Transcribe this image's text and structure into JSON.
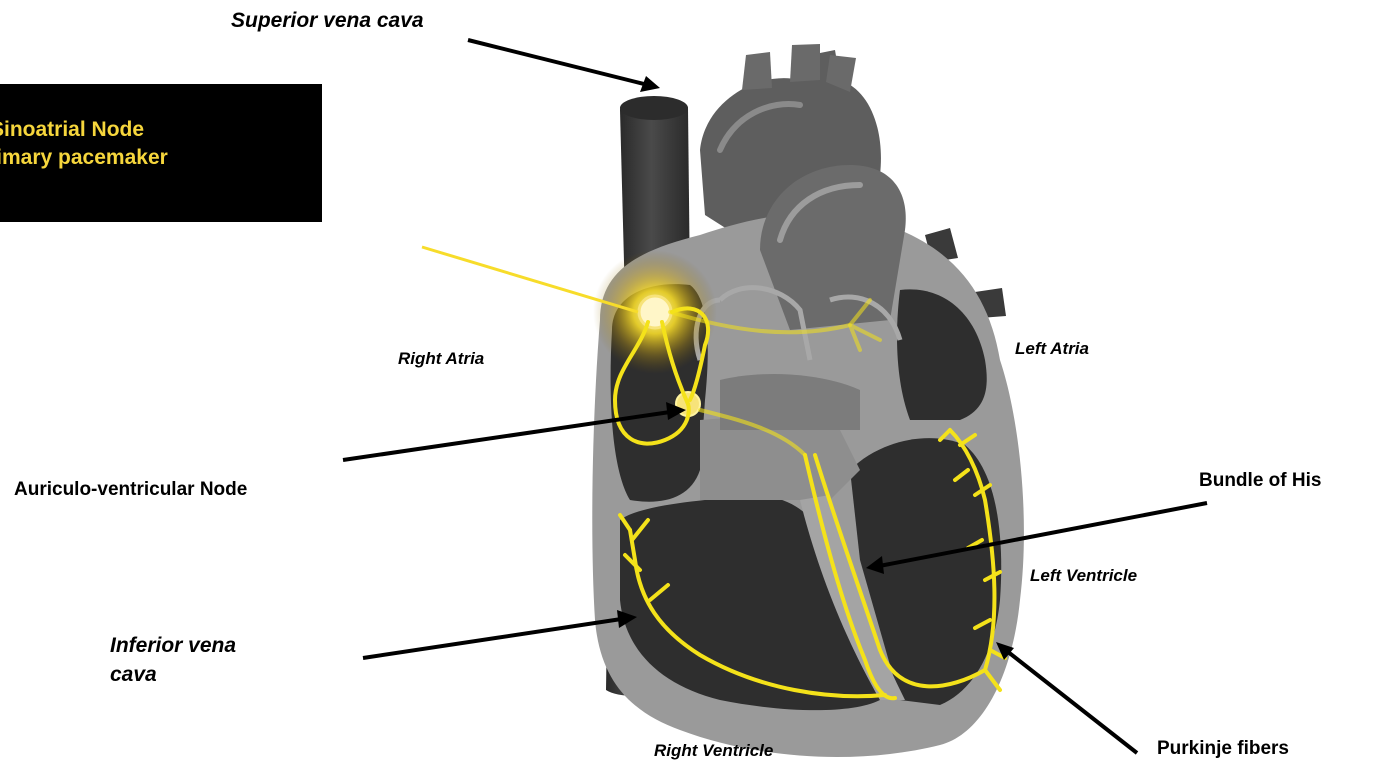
{
  "colors": {
    "heart_dark": "#3a3a3a",
    "heart_mid": "#5f5f5f",
    "heart_light": "#8c8c8c",
    "chamber": "#2e2e2e",
    "wall": "#9a9a9a",
    "conduction": "#f4e21a",
    "sa_box": "#000000",
    "sa_text": "#f6d63c"
  },
  "labels": {
    "superior_vena_cava": "Superior vena cava",
    "sa_node_line1": "Sinoatrial Node",
    "sa_node_line2": "Primary pacemaker",
    "right_atria": "Right Atria",
    "left_atria": "Left Atria",
    "av_node": "Auriculo-ventricular Node",
    "bundle_of_his": "Bundle of His",
    "left_ventricle": "Left Ventricle",
    "inferior_vena_cava_line1": "Inferior vena",
    "inferior_vena_cava_line2": "cava",
    "right_ventricle": "Right Ventricle",
    "purkinje_fibers": "Purkinje fibers"
  }
}
